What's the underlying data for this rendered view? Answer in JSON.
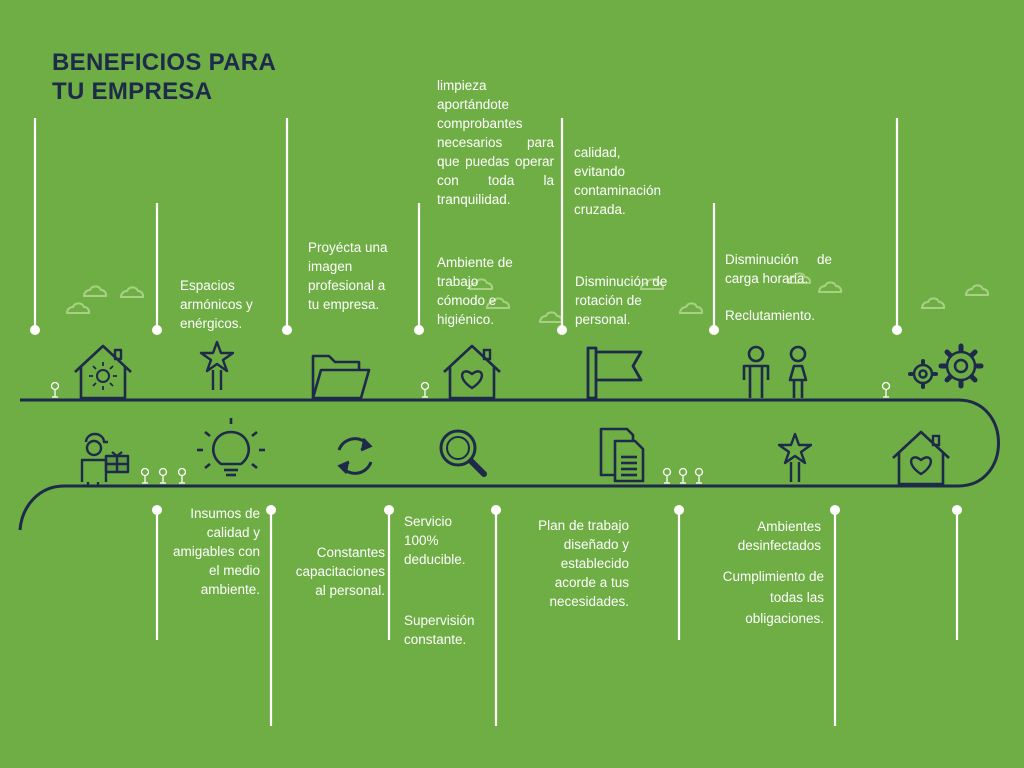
{
  "colors": {
    "background": "#6eae44",
    "navy": "#1e2a4a",
    "white": "#ffffff",
    "cloud": "#a9d184"
  },
  "title": {
    "line1": "BENEFICIOS PARA",
    "line2": "TU EMPRESA"
  },
  "top_texts": {
    "t1": "Espacios armónicos y enérgicos.",
    "t2": "Proyécta una imagen profesional a tu empresa.",
    "t3": "limpieza aportándote comprobantes necesarios para que puedas operar con toda la tranquilidad.",
    "t4": "Ambiente de trabajo cómodo e higiénico.",
    "t5": "calidad, evitando contaminación cruzada.",
    "t6": "Disminución de rotación de personal.",
    "t7": "Disminución de carga horaria.",
    "t8": "Reclutamiento."
  },
  "bottom_texts": {
    "b1": "Insumos de calidad y amigables con el medio ambiente.",
    "b2": "Constantes capacitaciones al personal.",
    "b3": "Servicio 100% deducible.",
    "b4": "Supervisión constante.",
    "b5": "Plan de trabajo diseñado y establecido acorde a tus necesidades.",
    "b6": "Ambientes desinfectados",
    "b7": "Cumplimiento de todas las obligaciones."
  },
  "icons": {
    "top": [
      "house-sun-icon",
      "star-award-icon",
      "folder-icon",
      "house-heart-icon",
      "flag-icon",
      "people-icon",
      "gears-icon"
    ],
    "bottom": [
      "delivery-person-icon",
      "lightbulb-icon",
      "refresh-icon",
      "magnifier-icon",
      "documents-icon",
      "star-award-icon",
      "house-heart-icon"
    ]
  }
}
